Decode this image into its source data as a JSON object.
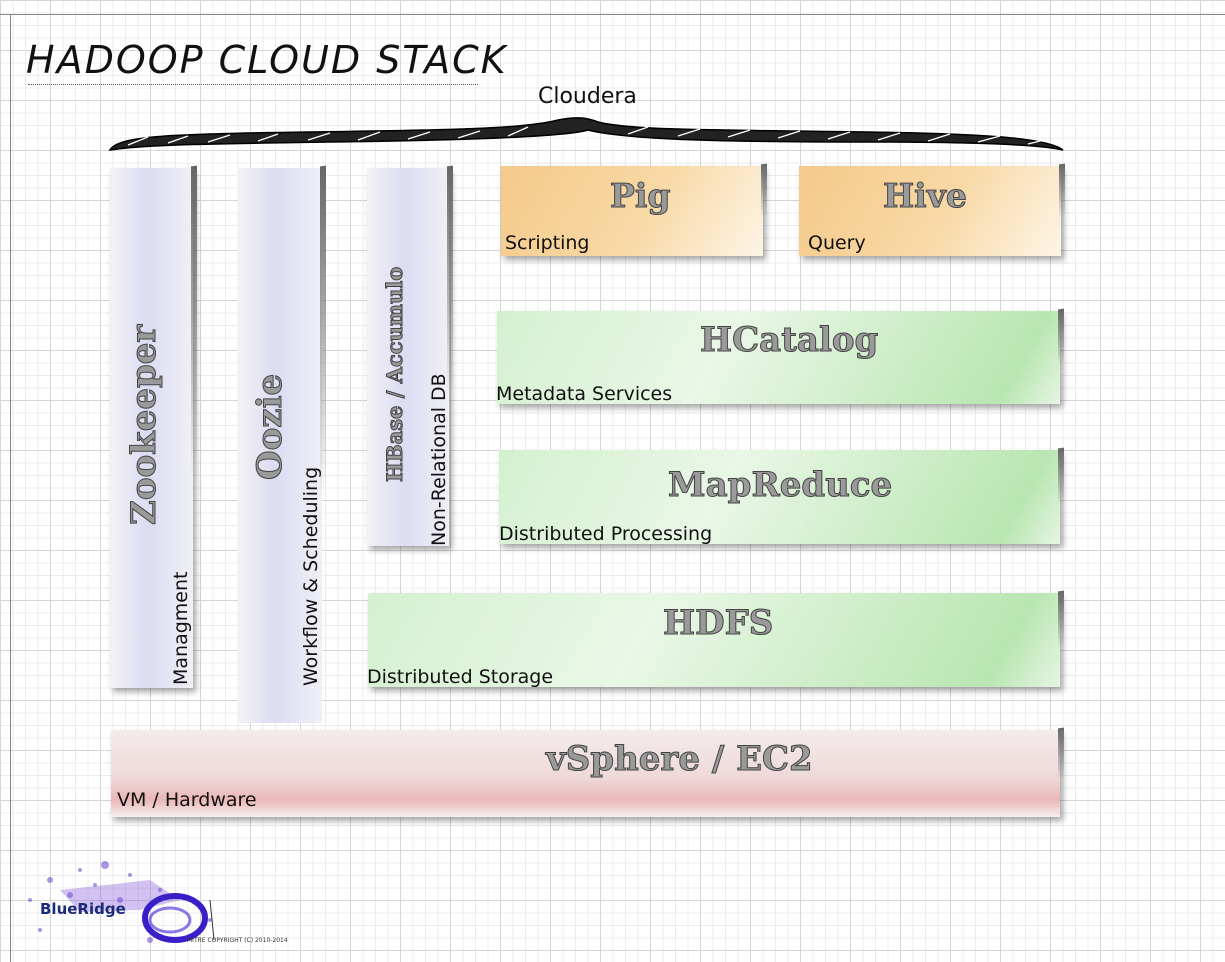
{
  "title": "HADOOP CLOUD STACK",
  "top_label": "Cloudera",
  "components": {
    "zookeeper": {
      "name": "Zookeeper",
      "role": "Managment"
    },
    "oozie": {
      "name": "Oozie",
      "role": "Workflow & Scheduling"
    },
    "hbase": {
      "name": "HBase / Accumulo",
      "role": "Non-Relational DB"
    },
    "pig": {
      "name": "Pig",
      "role": "Scripting"
    },
    "hive": {
      "name": "Hive",
      "role": "Query"
    },
    "hcatalog": {
      "name": "HCatalog",
      "role": "Metadata Services"
    },
    "mapreduce": {
      "name": "MapReduce",
      "role": "Distributed Processing"
    },
    "hdfs": {
      "name": "HDFS",
      "role": "Distributed Storage"
    },
    "vsphere": {
      "name": "vSphere / EC2",
      "role": "VM / Hardware"
    }
  },
  "colors": {
    "scripting": "#f5c98a",
    "services": "#b9e6b2",
    "infrastructure": "#eab7b7",
    "coordination": "#dcdcf3"
  },
  "logo": {
    "text": "BlueRidge"
  },
  "copyright": "MITRE COPYRIGHT (C) 2010-2014"
}
